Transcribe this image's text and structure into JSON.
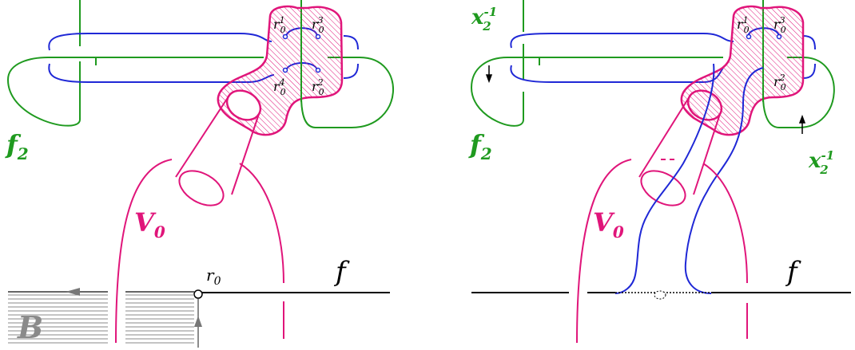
{
  "left_panel": {
    "f2_label": "f",
    "f2_sub": "2",
    "V0_label": "V",
    "V0_sub": "0",
    "f_label": "f",
    "r0_label": "r",
    "r0_sub": "0",
    "B_label": "B",
    "r1_label": "r",
    "r1_sup": "1",
    "r1_sub": "0",
    "r2_label": "r",
    "r2_sup": "2",
    "r2_sub": "0",
    "r3_label": "r",
    "r3_sup": "3",
    "r3_sub": "0",
    "r4_label": "r",
    "r4_sup": "4",
    "r4_sub": "0"
  },
  "right_panel": {
    "f2_label": "f",
    "f2_sub": "2",
    "V0_label": "V",
    "V0_sub": "0",
    "f_label": "f",
    "x_top_label": "x",
    "x_top_sub": "2",
    "x_top_sup": "-1",
    "x_bottom_label": "x",
    "x_bottom_sub": "2",
    "x_bottom_sup": "-1",
    "r1_label": "r",
    "r1_sup": "1",
    "r1_sub": "0",
    "r2_label": "r",
    "r2_sup": "2",
    "r2_sub": "0",
    "r3_label": "r",
    "r3_sup": "3",
    "r3_sub": "0"
  },
  "colors": {
    "green": "#1f9a1f",
    "blue": "#1f28d6",
    "magenta": "#e0157a",
    "black": "#000000",
    "gray": "#7a7a7a"
  }
}
